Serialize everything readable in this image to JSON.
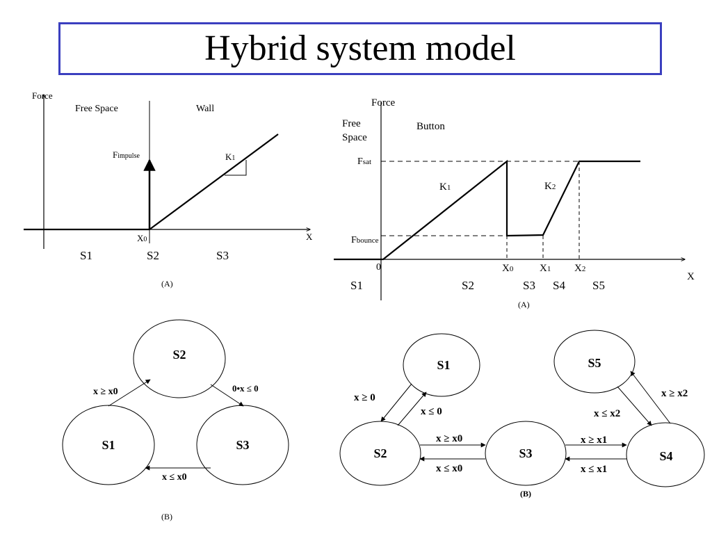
{
  "title": "Hybrid system model",
  "colors": {
    "title_border": "#3b3fbf",
    "ink": "#000000"
  },
  "wall": {
    "y_axis": "Force",
    "x_axis": "X",
    "region_free": "Free Space",
    "region_wall": "Wall",
    "impulse_base": "F",
    "impulse_sub": "impulse",
    "slope_base": "K",
    "slope_sub": "1",
    "x0_base": "X",
    "x0_sub": "0",
    "states": [
      "S1",
      "S2",
      "S3"
    ],
    "caption": "(A)"
  },
  "button": {
    "y_axis": "Force",
    "x_axis": "X",
    "region_free": [
      "Free",
      "Space"
    ],
    "region_button": "Button",
    "fsat_base": "F",
    "fsat_sub": "sat",
    "fbounce_base": "F",
    "fbounce_sub": "bounce",
    "k1_base": "K",
    "k1_sub": "1",
    "k2_base": "K",
    "k2_sub": "2",
    "origin": "0",
    "x_ticks": [
      {
        "base": "X",
        "sub": "0"
      },
      {
        "base": "X",
        "sub": "1"
      },
      {
        "base": "X",
        "sub": "2"
      }
    ],
    "states": [
      "S1",
      "S2",
      "S3",
      "S4",
      "S5"
    ],
    "caption": "(A)"
  },
  "wall_fsm": {
    "states": [
      "S2",
      "S1",
      "S3"
    ],
    "t_s1_s2": "x ≥ x0",
    "t_s2_s3": "0•x ≤ 0",
    "t_s3_s1": "x ≤ x0",
    "caption": "(B)"
  },
  "button_fsm": {
    "states": [
      "S1",
      "S5",
      "S2",
      "S3",
      "S4"
    ],
    "t_s1_s2": "x ≥ 0",
    "t_s2_s1": "x ≤ 0",
    "t_s2_s3": "x ≥ x0",
    "t_s3_s2": "x ≤ x0",
    "t_s3_s4": "x ≥ x1",
    "t_s4_s3": "x ≤ x1",
    "t_s4_s5": "x ≥ x2",
    "t_s5_s4": "x ≤ x2",
    "caption": "(B)"
  }
}
